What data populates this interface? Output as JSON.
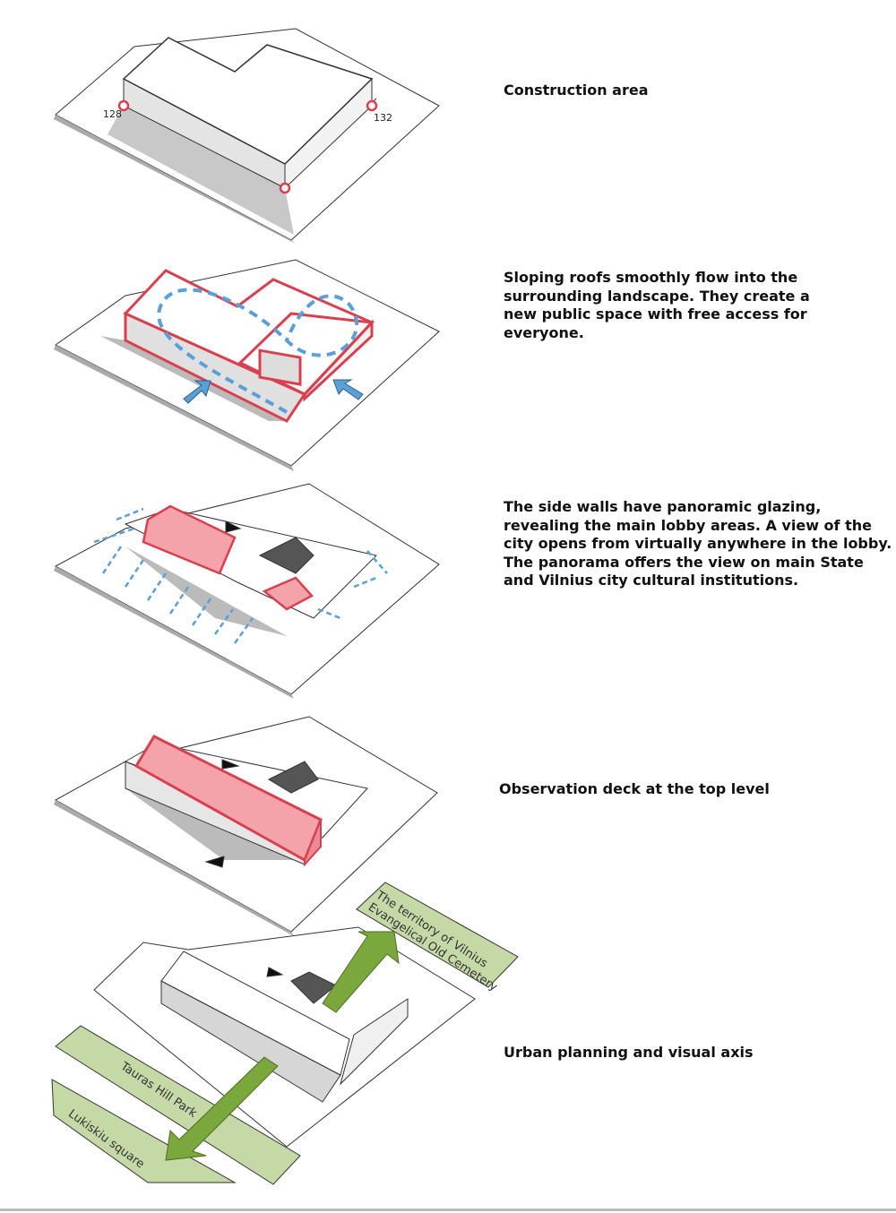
{
  "steps": [
    {
      "caption": "Construction area",
      "markers": [
        "128",
        "132"
      ]
    },
    {
      "caption": "Sloping roofs smoothly flow into the\nsurrounding landscape. They create a\nnew public space with free access for\neveryone."
    },
    {
      "caption": "The side walls have panoramic glazing,\nrevealing the main lobby areas. A view of the\ncity opens from virtually anywhere in the lobby.\nThe panorama offers the view on main State\nand Vilnius city cultural institutions."
    },
    {
      "caption": "Observation deck at the top level"
    },
    {
      "caption": "Urban planning and visual axis",
      "places": [
        "The territory of Vilnius\nEvangelical Old Cemetery",
        "Tauras Hill Park",
        "Lukiskiu square"
      ]
    }
  ],
  "colors": {
    "red": "#d9404f",
    "red_fill": "#f5a3aa",
    "blue": "#5aa0d8",
    "green": "#7aa83c",
    "green_fill": "#c5d9a6",
    "shadow": "#bdbdbd"
  }
}
